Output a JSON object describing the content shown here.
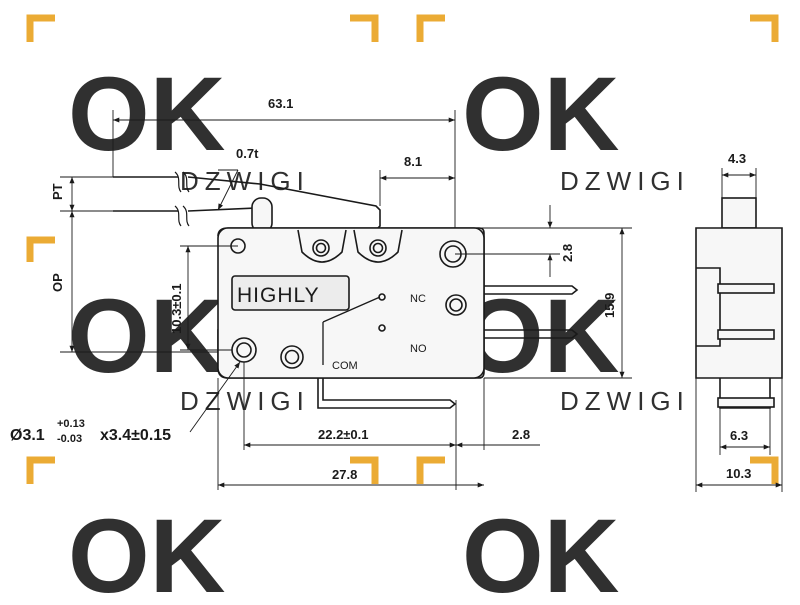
{
  "colors": {
    "ink": "#1a1a1a",
    "body_fill": "#f7f7f7",
    "watermark": "#e9a21f",
    "watermark_gray": "#d9d9d9"
  },
  "watermark": {
    "logo": "OK",
    "brand": "DZWIGI"
  },
  "switch": {
    "brand": "HIGHLY",
    "nc": "NC",
    "no": "NO",
    "com": "COM"
  },
  "dimensions": {
    "overall_lever": "63.1",
    "lever_thickness": "0.7t",
    "lever_tip": "8.1",
    "pt": "PT",
    "op": "OP",
    "height_10_3": "10.3±0.1",
    "top_2_8": "2.8",
    "height_15_9": "15.9",
    "hole_dia": "Ø3.1",
    "hole_tol_plus": "+0.13",
    "hole_tol_minus": "-0.03",
    "hole_len": "x3.4±0.15",
    "spacing_22_2": "22.2±0.1",
    "terminal_2_8": "2.8",
    "length_27_8": "27.8",
    "side_4_3": "4.3",
    "side_6_3": "6.3",
    "side_10_3": "10.3"
  }
}
